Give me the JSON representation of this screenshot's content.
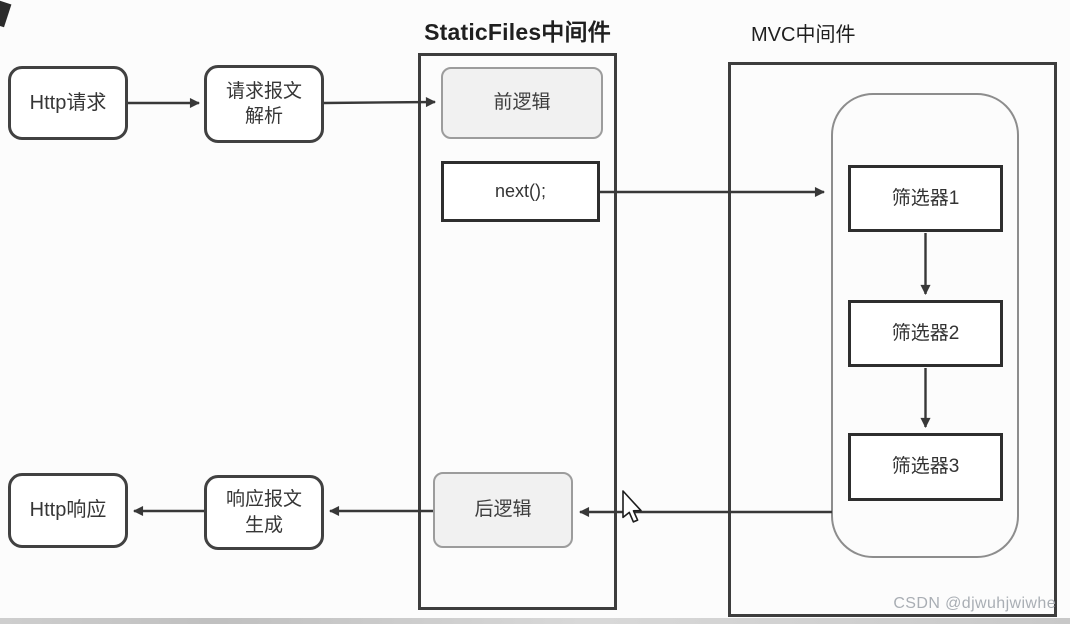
{
  "titles": {
    "staticfiles": "StaticFiles中间件",
    "mvc": "MVC中间件"
  },
  "nodes": {
    "http_request": "Http请求",
    "request_parse": "请求报文\n解析",
    "pre_logic": "前逻辑",
    "next_call": "next();",
    "filter1": "筛选器1",
    "filter2": "筛选器2",
    "filter3": "筛选器3",
    "post_logic": "后逻辑",
    "response_gen": "响应报文\n生成",
    "http_response": "Http响应"
  },
  "watermark": "CSDN @djwuhjwiwhe",
  "colors": {
    "box_border": "#414141",
    "container_border": "#3d3d3d",
    "soft_border": "#9c9c9c",
    "soft_fill": "#f1f1f1",
    "arrow": "#383838",
    "watermark": "#a9aeb4"
  }
}
